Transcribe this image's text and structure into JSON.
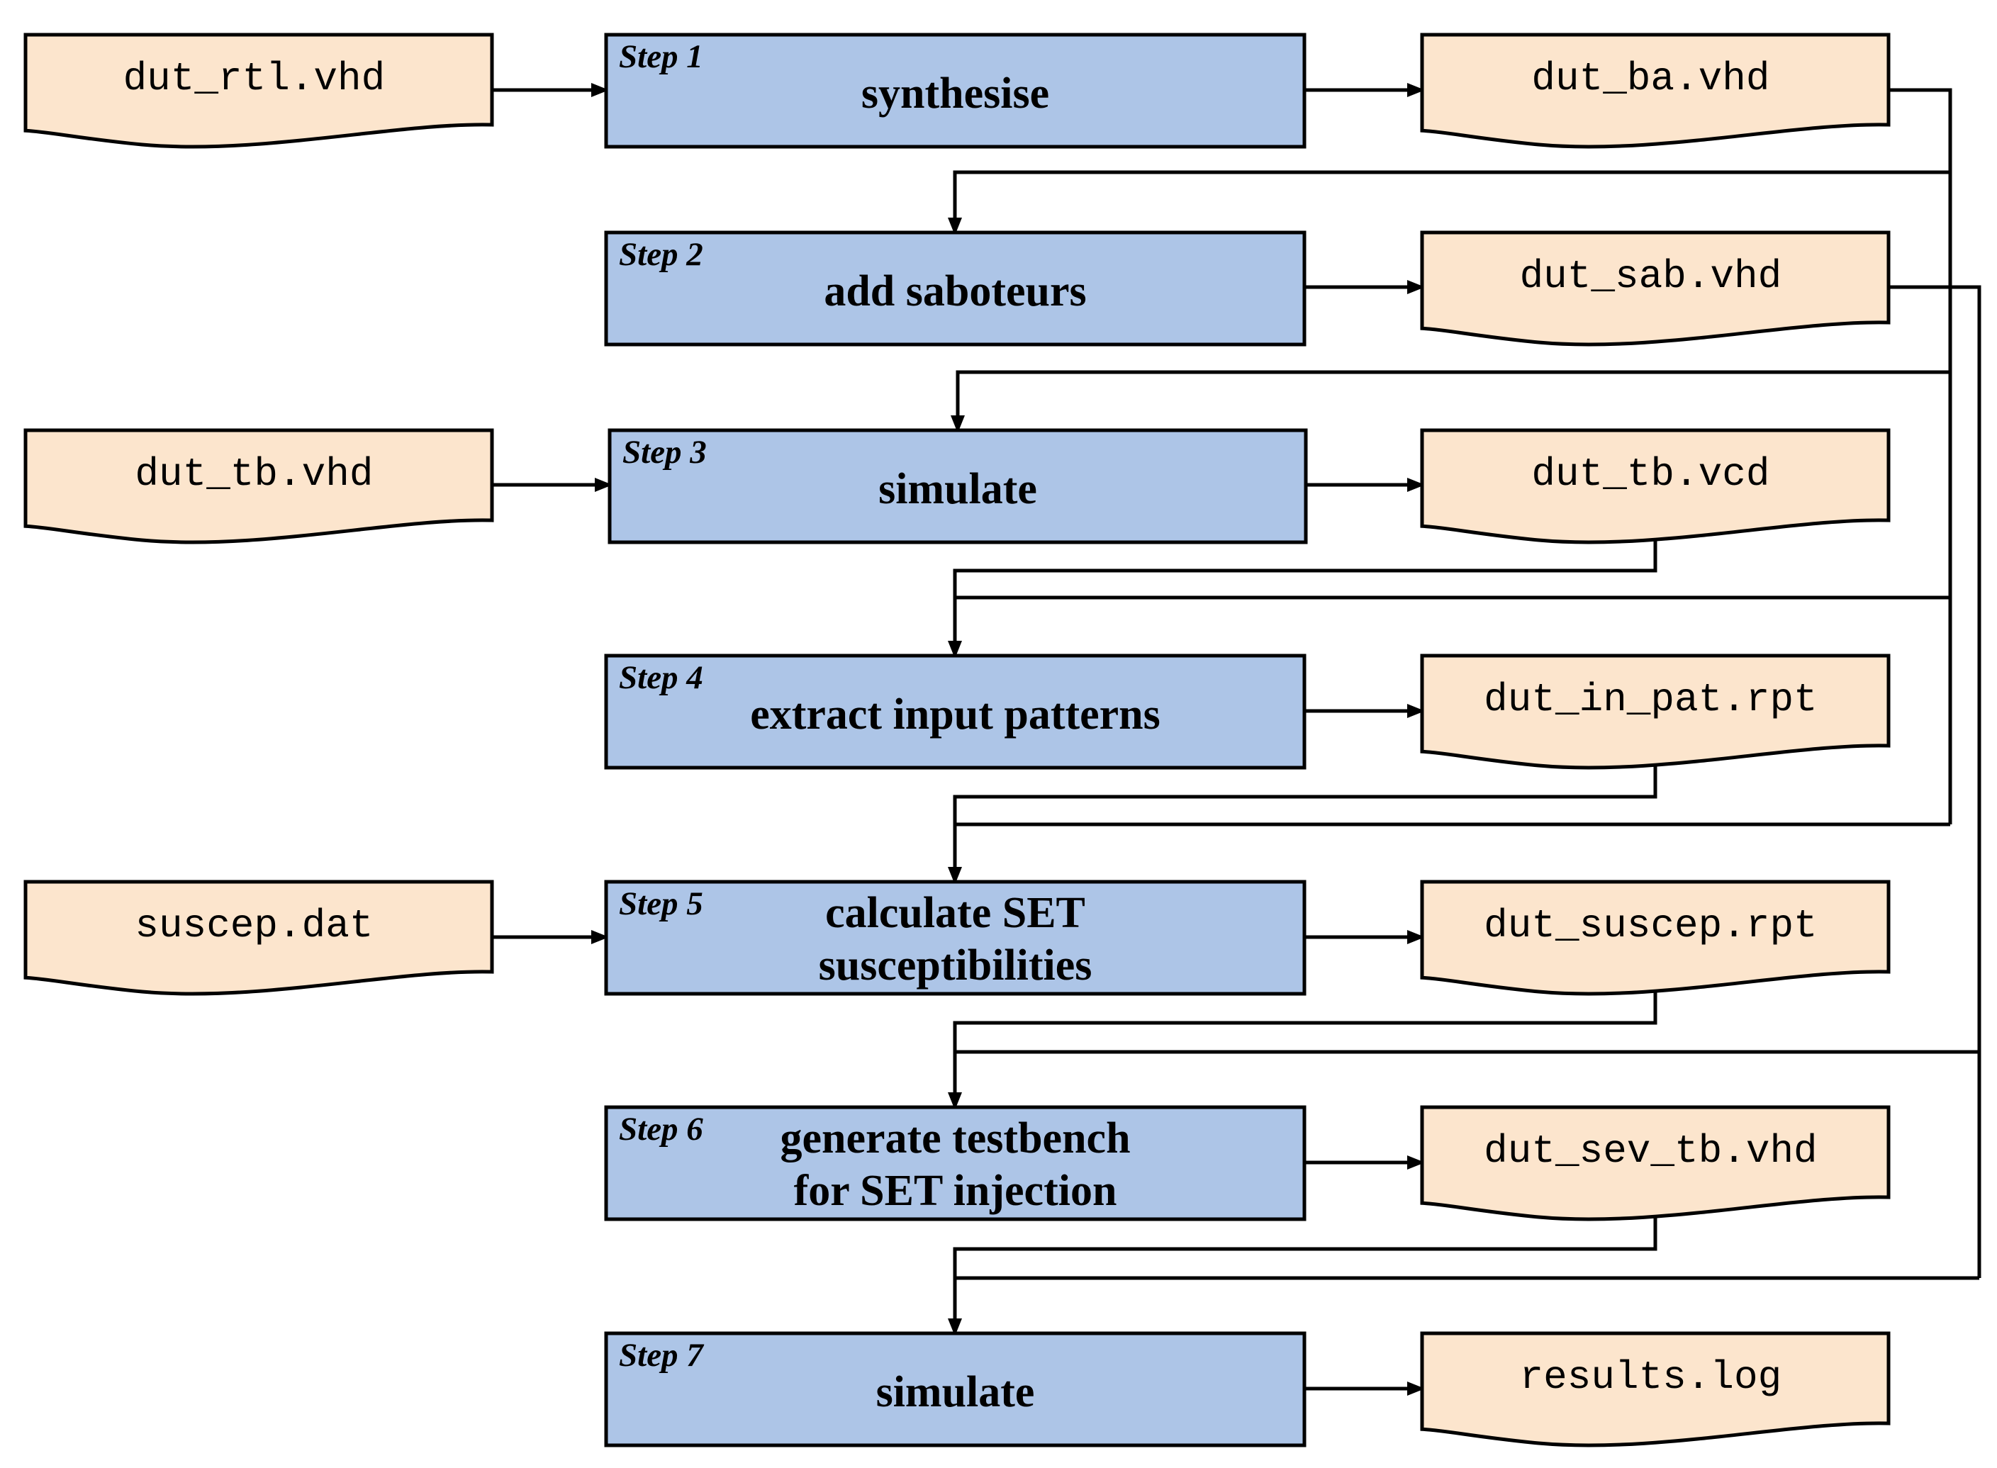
{
  "colors": {
    "step_fill": "#adc5e7",
    "doc_fill": "#fce5cd",
    "stroke": "#000000"
  },
  "steps": [
    {
      "tag": "Step 1",
      "lines": [
        "synthesise"
      ]
    },
    {
      "tag": "Step 2",
      "lines": [
        "add saboteurs"
      ]
    },
    {
      "tag": "Step 3",
      "lines": [
        "simulate"
      ]
    },
    {
      "tag": "Step 4",
      "lines": [
        "extract input patterns"
      ]
    },
    {
      "tag": "Step 5",
      "lines": [
        "calculate SET",
        "susceptibilities"
      ]
    },
    {
      "tag": "Step 6",
      "lines": [
        "generate testbench",
        "for SET injection"
      ]
    },
    {
      "tag": "Step 7",
      "lines": [
        "simulate"
      ]
    }
  ],
  "inputs": [
    {
      "label": "dut_rtl.vhd",
      "to_step": 1
    },
    {
      "label": "dut_tb.vhd",
      "to_step": 3
    },
    {
      "label": "suscep.dat",
      "to_step": 5
    }
  ],
  "outputs": [
    {
      "label": "dut_ba.vhd",
      "from_step": 1
    },
    {
      "label": "dut_sab.vhd",
      "from_step": 2
    },
    {
      "label": "dut_tb.vcd",
      "from_step": 3
    },
    {
      "label": "dut_in_pat.rpt",
      "from_step": 4
    },
    {
      "label": "dut_suscep.rpt",
      "from_step": 5
    },
    {
      "label": "dut_sev_tb.vhd",
      "from_step": 6
    },
    {
      "label": "results.log",
      "from_step": 7
    }
  ]
}
